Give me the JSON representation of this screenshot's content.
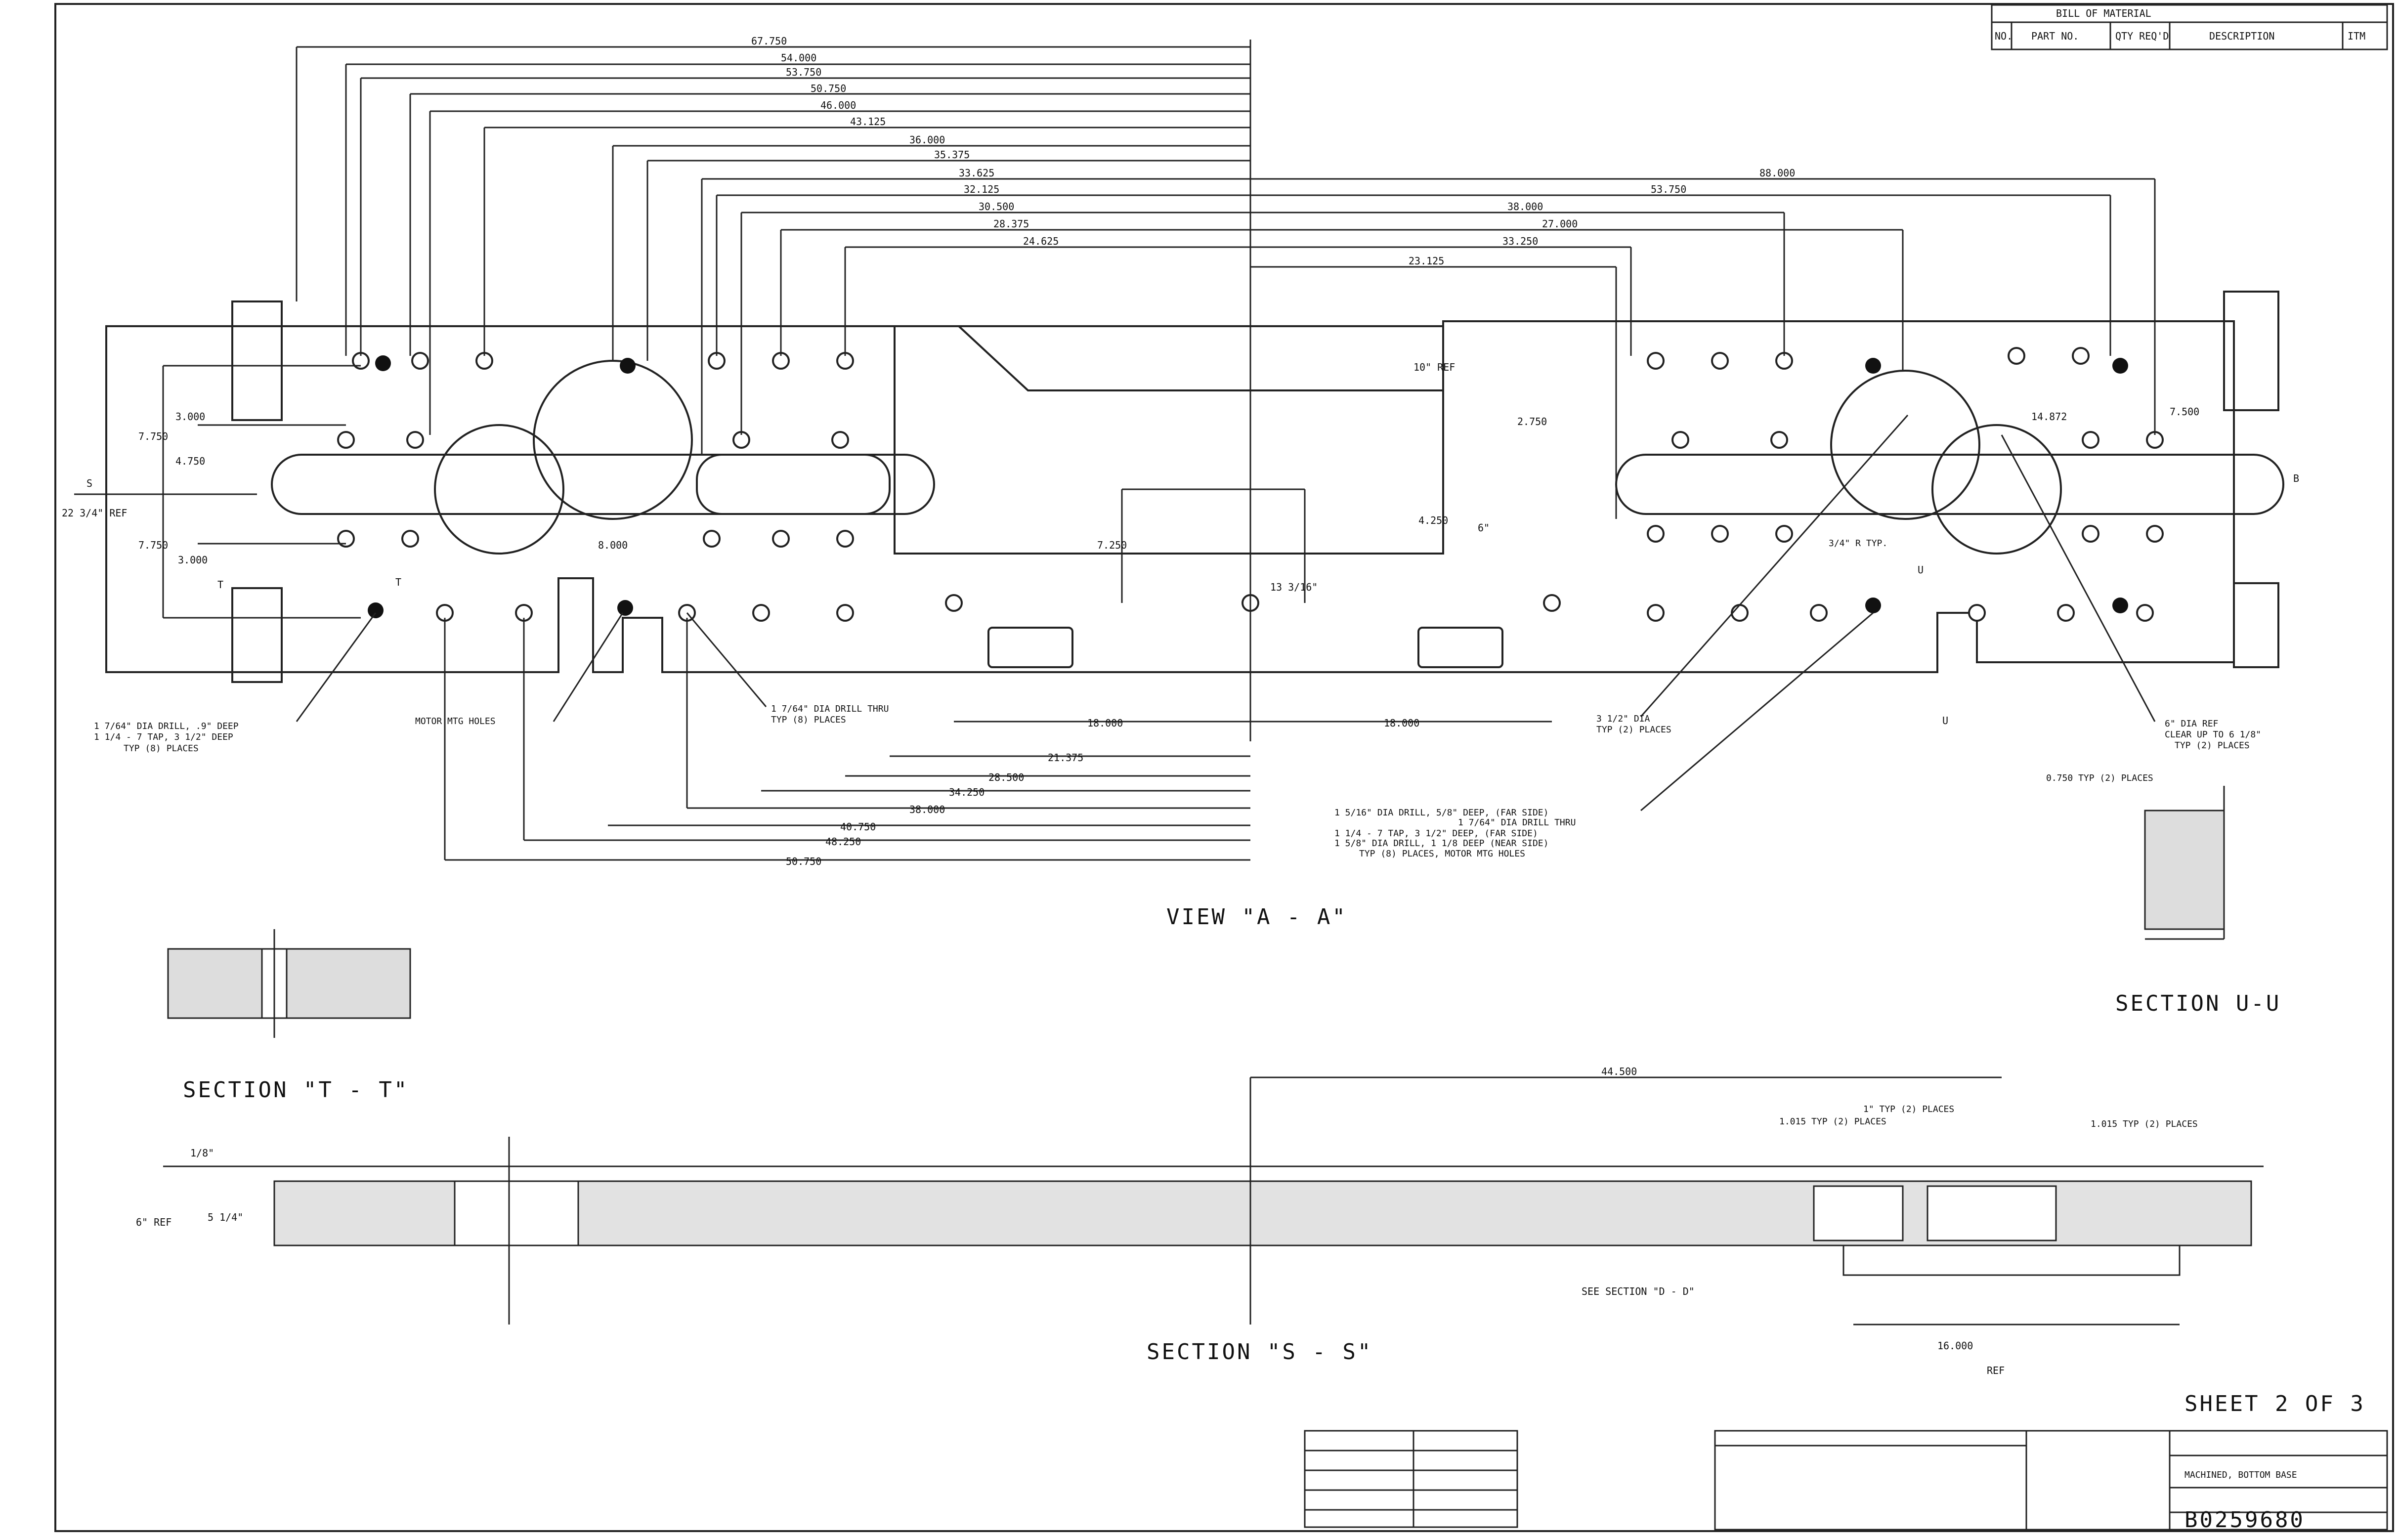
{
  "bill_of_material": {
    "title": "BILL OF MATERIAL",
    "columns": [
      "NO.",
      "PART NO.",
      "QTY REQ'D",
      "DESCRIPTION",
      "ITM"
    ]
  },
  "view_labels": {
    "view_aa": "VIEW \"A - A\"",
    "section_tt": "SECTION \"T - T\"",
    "section_ss": "SECTION \"S - S\"",
    "section_uu": "SECTION U-U",
    "see_section_dd": "SEE SECTION \"D - D\""
  },
  "sheet": "SHEET 2 OF 3",
  "top_dimensions": [
    "67.750",
    "54.000",
    "53.750",
    "50.750",
    "46.000",
    "43.125",
    "36.000",
    "35.375",
    "33.625",
    "32.125",
    "30.500",
    "28.375",
    "24.625",
    "23.125",
    "38.000",
    "53.750",
    "88.000",
    "27.000",
    "33.250"
  ],
  "bottom_dimensions": [
    "18.000",
    "18.000",
    "21.375",
    "28.500",
    "34.250",
    "38.000",
    "40.750",
    "48.250",
    "50.750"
  ],
  "side_dimensions": [
    "3.000",
    "7.750",
    "4.750",
    "7.750",
    "3.000",
    "22 3/4\" REF",
    "7.250",
    "4.250",
    "13 3/16\"",
    "8.000",
    "2.750",
    "14.872",
    "7.500",
    "10\" REF",
    "6\""
  ],
  "callouts": {
    "drill_1": "1 7/64\" DIA DRILL, .9\" DEEP",
    "drill_2": "1 1/4 - 7 TAP, 3 1/2\" DEEP",
    "drill_3": "TYP (8) PLACES",
    "motor": "MOTOR MTG HOLES",
    "through_1": "1 7/64\" DIA DRILL THRU",
    "through_2": "TYP (8) PLACES",
    "dia_half": "3 1/2\" DIA",
    "dia_half_2": "TYP (2) PLACES",
    "rad": "3/4\" R TYP.",
    "bore_1": "1 5/16\" DIA DRILL, 5/8\" DEEP, (FAR SIDE)",
    "bore_2": "1 7/64\" DIA DRILL THRU",
    "bore_3": "1 1/4 - 7 TAP, 3 1/2\" DEEP, (FAR SIDE)",
    "bore_4": "1 5/8\" DIA DRILL, 1 1/8 DEEP (NEAR SIDE)",
    "bore_5": "TYP (8) PLACES, MOTOR MTG HOLES",
    "clear_1": "6\" DIA REF",
    "clear_2": "CLEAR UP TO 6 1/8\"",
    "clear_3": "TYP (2) PLACES",
    "typ_places": "0.750 TYP (2) PLACES",
    "ss_1": "1\" TYP (2) PLACES",
    "ss_2": "1.015 TYP (2) PLACES",
    "ss_3": "1.015 TYP (2) PLACES",
    "ss_top": "44.500",
    "ss_left": "1/8\"",
    "ss_ref": "6\" REF",
    "ss_h": "5 1/4\"",
    "ss_dia": "16.000",
    "ss_ref2": "REF"
  },
  "markers": {
    "s": "S",
    "b": "B",
    "t": "T",
    "u": "U"
  },
  "title_block": {
    "drawing_no": "B0259680",
    "part_name": "MACHINED, BOTTOM BASE"
  }
}
